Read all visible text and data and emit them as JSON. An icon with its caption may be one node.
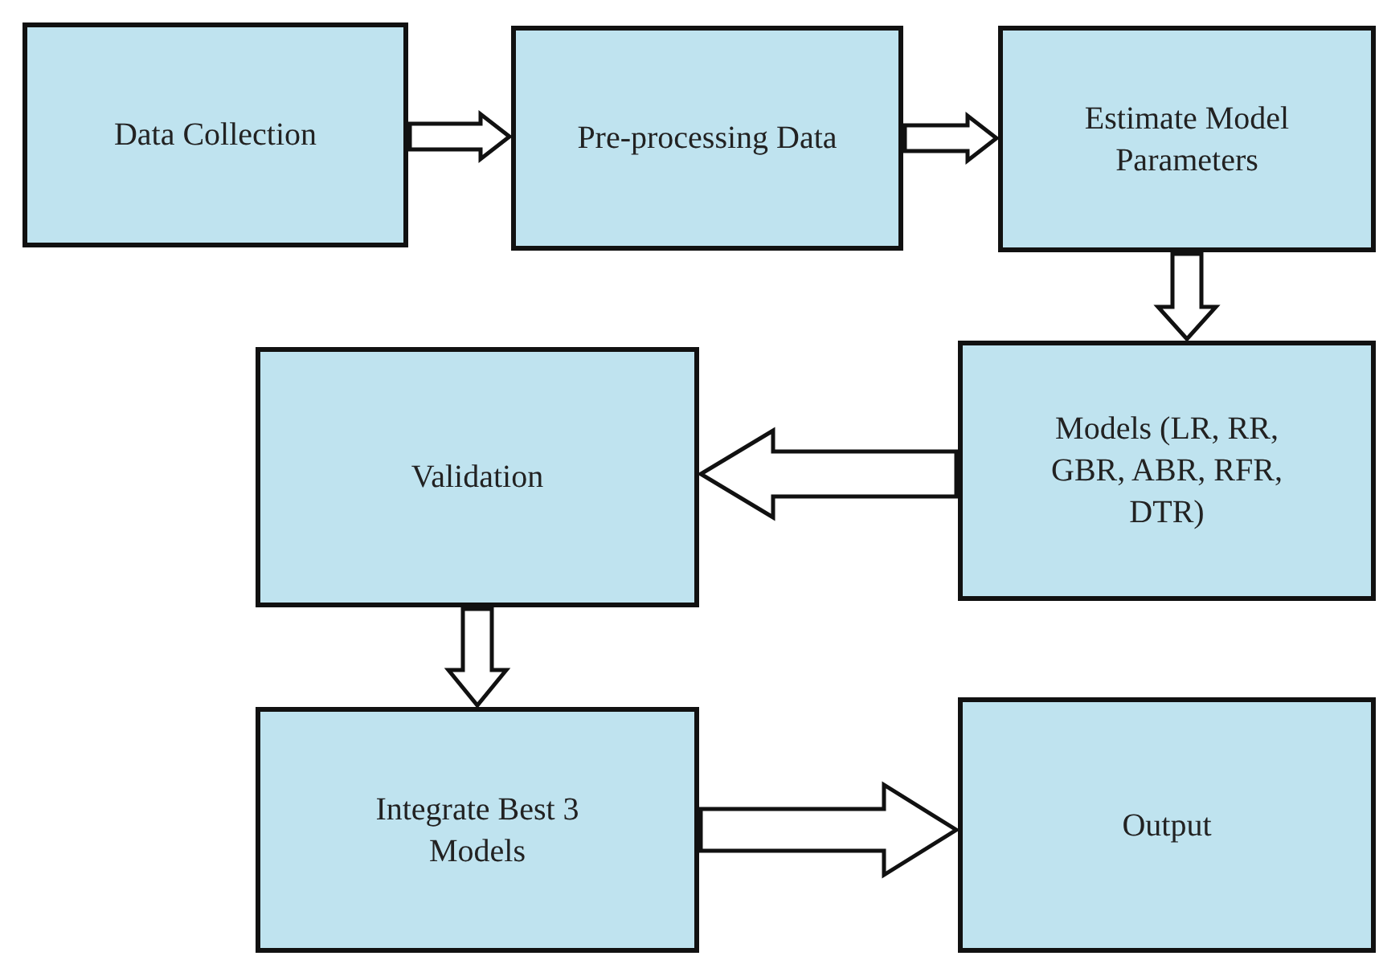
{
  "diagram": {
    "nodes": [
      {
        "text": [
          "Data Collection"
        ]
      },
      {
        "text": [
          "Pre-processing Data"
        ]
      },
      {
        "text": [
          "Estimate Model Parameters"
        ]
      },
      {
        "text": [
          "Models (LR, RR, GBR, ABR, RFR, DTR)"
        ]
      },
      {
        "text": [
          "Validation"
        ]
      },
      {
        "text": [
          "Integrate Best 3 Models"
        ]
      },
      {
        "text": [
          "Output"
        ]
      }
    ],
    "edges": [
      {
        "from": 0,
        "to": 1,
        "arrow": "to"
      },
      {
        "from": 1,
        "to": 2,
        "arrow": "to"
      },
      {
        "from": 2,
        "to": 3,
        "arrow": "to"
      },
      {
        "from": 3,
        "to": 4,
        "arrow": "to"
      },
      {
        "from": 4,
        "to": 5,
        "arrow": "to"
      },
      {
        "from": 5,
        "to": 6,
        "arrow": "to"
      }
    ]
  }
}
